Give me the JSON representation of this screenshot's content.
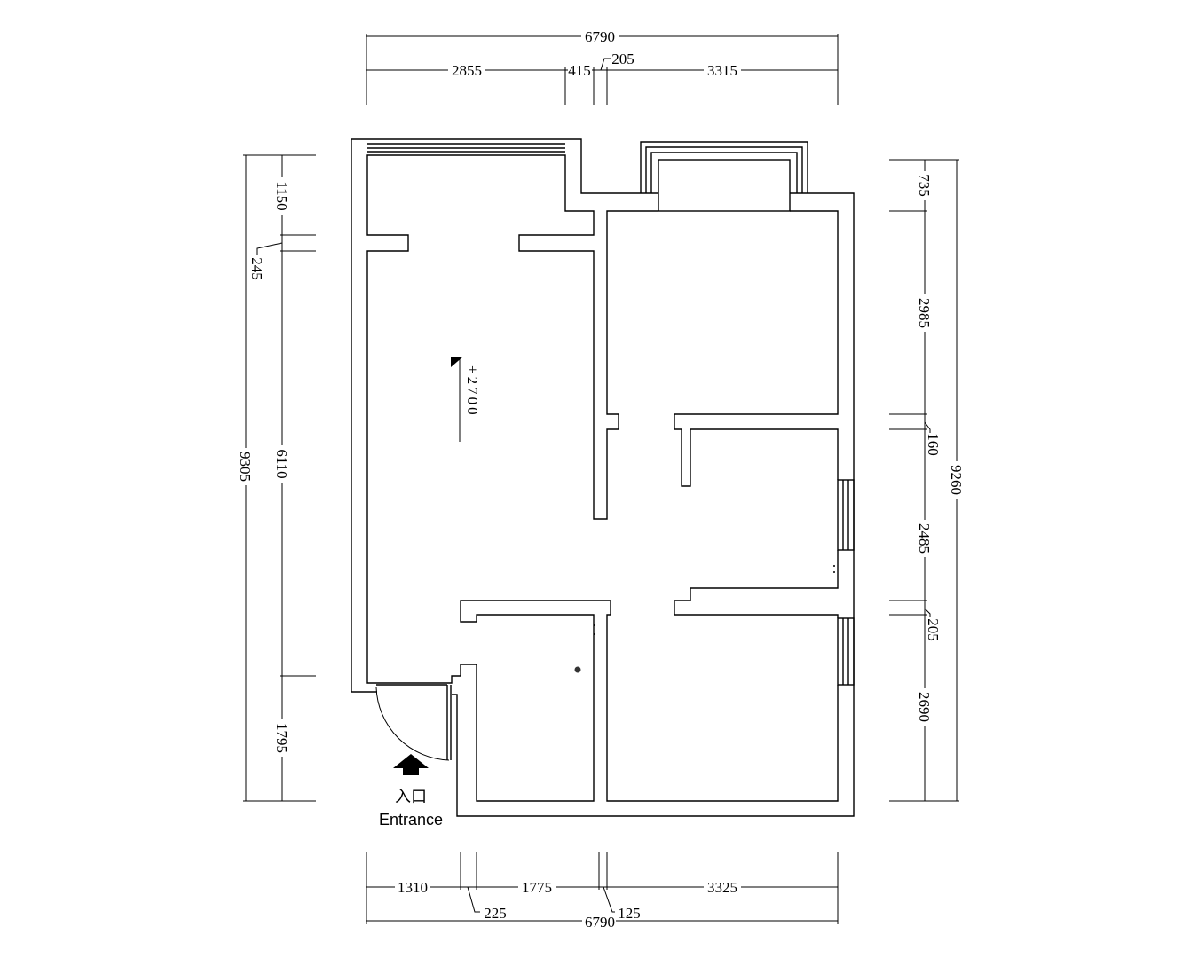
{
  "dimensions": {
    "top": {
      "total": "6790",
      "segments": [
        "2855",
        "415",
        "205",
        "3315"
      ]
    },
    "bottom": {
      "total": "6790",
      "segments": [
        "1310",
        "225",
        "1775",
        "125",
        "3325"
      ]
    },
    "left": {
      "total": "9305",
      "segments": [
        "1150",
        "245",
        "6110",
        "1795"
      ]
    },
    "right": {
      "total": "9260",
      "segments": [
        "735",
        "2985",
        "160",
        "2485",
        "205",
        "2690"
      ]
    }
  },
  "elevation_marker": "+2700",
  "entrance": {
    "label_cn": "入口",
    "label_en": "Entrance"
  }
}
